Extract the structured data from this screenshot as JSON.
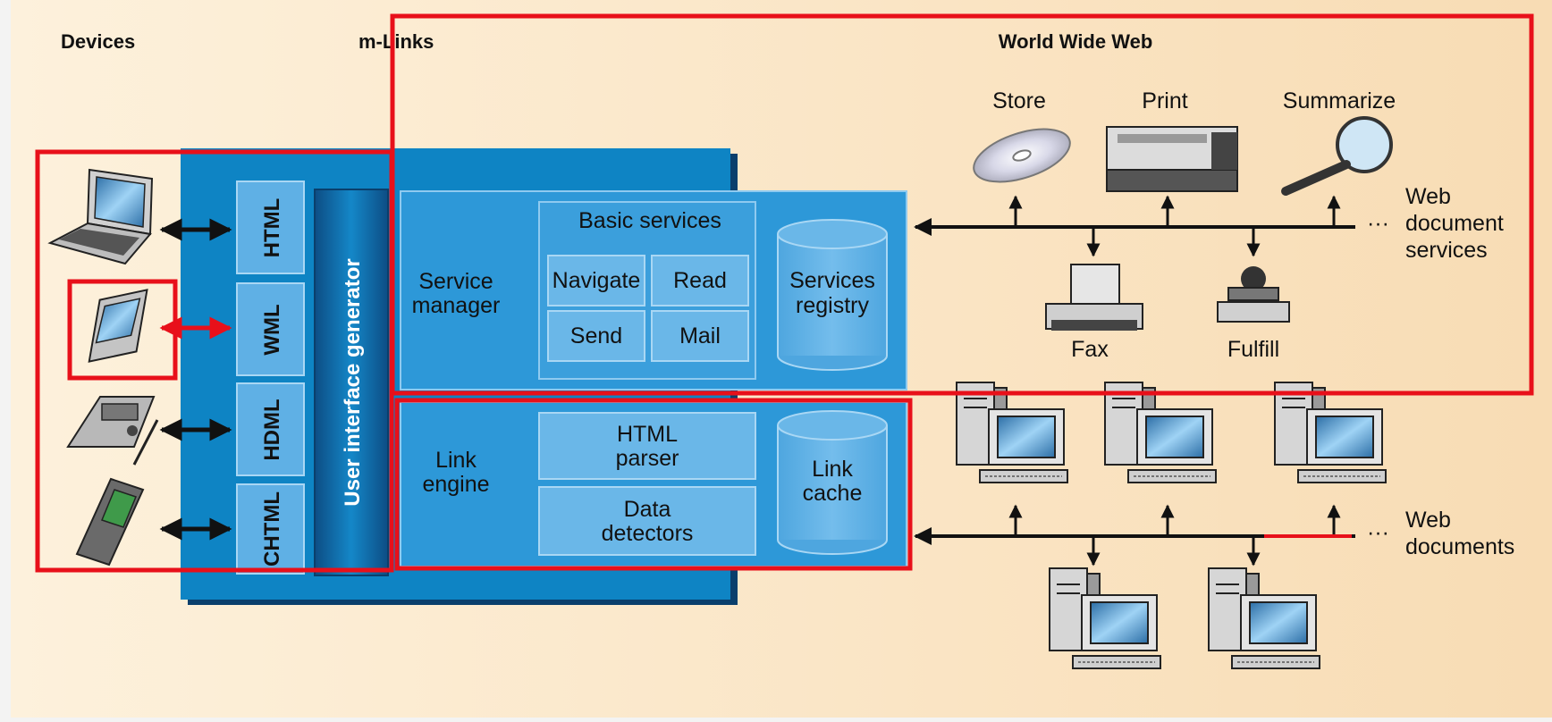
{
  "headers": {
    "devices": "Devices",
    "mlinks": "m-Links",
    "www": "World Wide Web"
  },
  "protocols": [
    "HTML",
    "WML",
    "HDML",
    "CHTML"
  ],
  "ui_generator": "User interface generator",
  "service_manager": {
    "line1": "Service",
    "line2": "manager"
  },
  "basic_services": {
    "title": "Basic services",
    "items": [
      "Navigate",
      "Read",
      "Send",
      "Mail"
    ]
  },
  "services_registry": {
    "line1": "Services",
    "line2": "registry"
  },
  "link_engine": {
    "line1": "Link",
    "line2": "engine"
  },
  "html_parser": {
    "line1": "HTML",
    "line2": "parser"
  },
  "data_detectors": {
    "line1": "Data",
    "line2": "detectors"
  },
  "link_cache": {
    "line1": "Link",
    "line2": "cache"
  },
  "web_services": {
    "store": "Store",
    "print": "Print",
    "summarize": "Summarize",
    "fax": "Fax",
    "fulfill": "Fulfill"
  },
  "web_document_services": {
    "line1": "Web",
    "line2": "document",
    "line3": "services",
    "ellipsis": "···"
  },
  "web_documents": {
    "line1": "Web",
    "line2": "documents",
    "ellipsis": "···"
  },
  "colors": {
    "background": "#fbe7c8",
    "mlinks_dark": "#0e84c4",
    "box_light": "#4fa8e0",
    "service_box": "#65b3e6",
    "highlight": "#e8101a"
  }
}
